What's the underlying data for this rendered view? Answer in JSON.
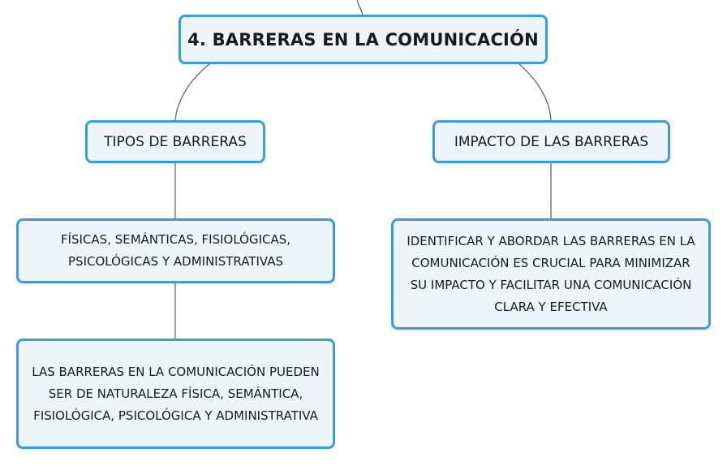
{
  "map": {
    "root": {
      "title": "4. BARRERAS EN LA COMUNICACIÓN"
    },
    "tipos": {
      "label": "TIPOS DE BARRERAS",
      "child": {
        "text": "FÍSICAS, SEMÁNTICAS, FISIOLÓGICAS, PSICOLÓGICAS Y ADMINISTRATIVAS"
      },
      "grandchild": {
        "text": "LAS BARRERAS EN LA COMUNICACIÓN PUEDEN SER DE NATURALEZA FÍSICA, SEMÁNTICA, FISIOLÓGICA, PSICOLÓGICA Y ADMINISTRATIVA"
      }
    },
    "impacto": {
      "label": "IMPACTO DE LAS BARRERAS",
      "child": {
        "text": "IDENTIFICAR Y ABORDAR LAS BARRERAS EN LA COMUNICACIÓN ES CRUCIAL PARA MINIMIZAR SU IMPACTO Y FACILITAR UNA COMUNICACIÓN CLARA Y EFECTIVA"
      }
    }
  },
  "colors": {
    "node_border": "#3b9be0",
    "node_fill": "#eef6fc",
    "connector": "#666666",
    "text": "#1a1a1a"
  }
}
